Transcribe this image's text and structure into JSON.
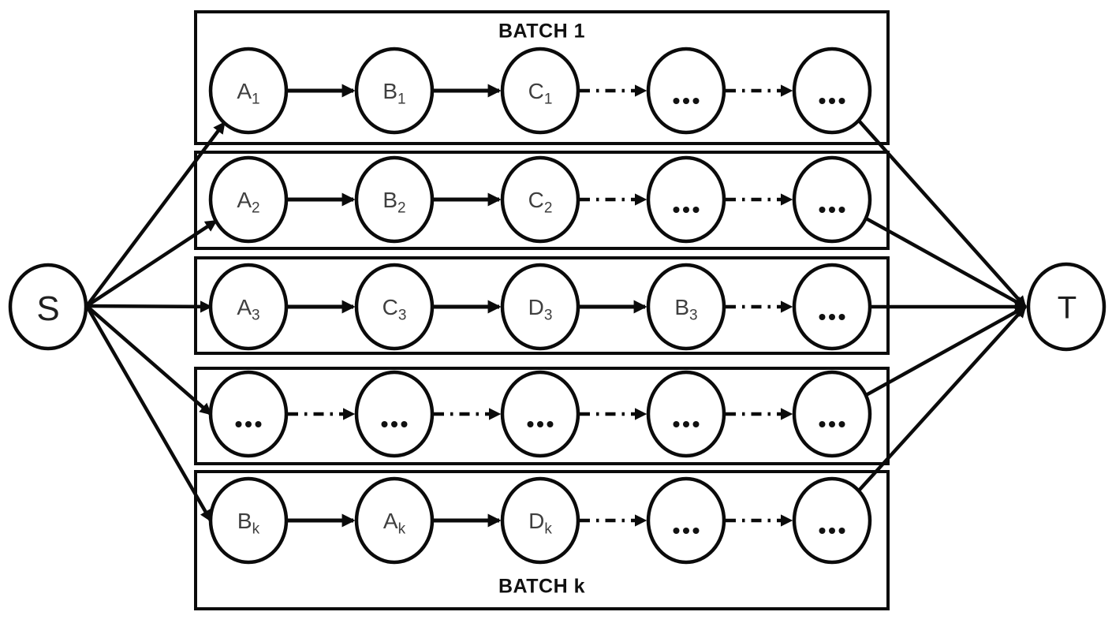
{
  "diagram": {
    "source": {
      "label": "S"
    },
    "sink": {
      "label": "T"
    },
    "batches": [
      {
        "label": "BATCH 1",
        "label_position": "top",
        "nodes": [
          {
            "base": "A",
            "sub": "1"
          },
          {
            "base": "B",
            "sub": "1"
          },
          {
            "base": "C",
            "sub": "1"
          },
          {
            "base": "...",
            "sub": ""
          },
          {
            "base": "...",
            "sub": ""
          }
        ],
        "edge_styles": [
          "solid",
          "solid",
          "dashdot",
          "dashdot"
        ]
      },
      {
        "label": "",
        "label_position": "none",
        "nodes": [
          {
            "base": "A",
            "sub": "2"
          },
          {
            "base": "B",
            "sub": "2"
          },
          {
            "base": "C",
            "sub": "2"
          },
          {
            "base": "...",
            "sub": ""
          },
          {
            "base": "...",
            "sub": ""
          }
        ],
        "edge_styles": [
          "solid",
          "solid",
          "dashdot",
          "dashdot"
        ]
      },
      {
        "label": "",
        "label_position": "none",
        "nodes": [
          {
            "base": "A",
            "sub": "3"
          },
          {
            "base": "C",
            "sub": "3"
          },
          {
            "base": "D",
            "sub": "3"
          },
          {
            "base": "B",
            "sub": "3"
          },
          {
            "base": "...",
            "sub": ""
          }
        ],
        "edge_styles": [
          "solid",
          "solid",
          "solid",
          "dashdot"
        ]
      },
      {
        "label": "",
        "label_position": "none",
        "nodes": [
          {
            "base": "...",
            "sub": ""
          },
          {
            "base": "...",
            "sub": ""
          },
          {
            "base": "...",
            "sub": ""
          },
          {
            "base": "...",
            "sub": ""
          },
          {
            "base": "...",
            "sub": ""
          }
        ],
        "edge_styles": [
          "dashdot",
          "dashdot",
          "dashdot",
          "dashdot"
        ]
      },
      {
        "label": "BATCH k",
        "label_position": "bottom",
        "nodes": [
          {
            "base": "B",
            "sub": "k"
          },
          {
            "base": "A",
            "sub": "k"
          },
          {
            "base": "D",
            "sub": "k"
          },
          {
            "base": "...",
            "sub": ""
          },
          {
            "base": "...",
            "sub": ""
          }
        ],
        "edge_styles": [
          "solid",
          "solid",
          "dashdot",
          "dashdot"
        ]
      }
    ],
    "colors": {
      "stroke": "#0b0b0b",
      "node_text": "#3f3f3f",
      "label_text": "#111111",
      "background": "#ffffff"
    }
  }
}
